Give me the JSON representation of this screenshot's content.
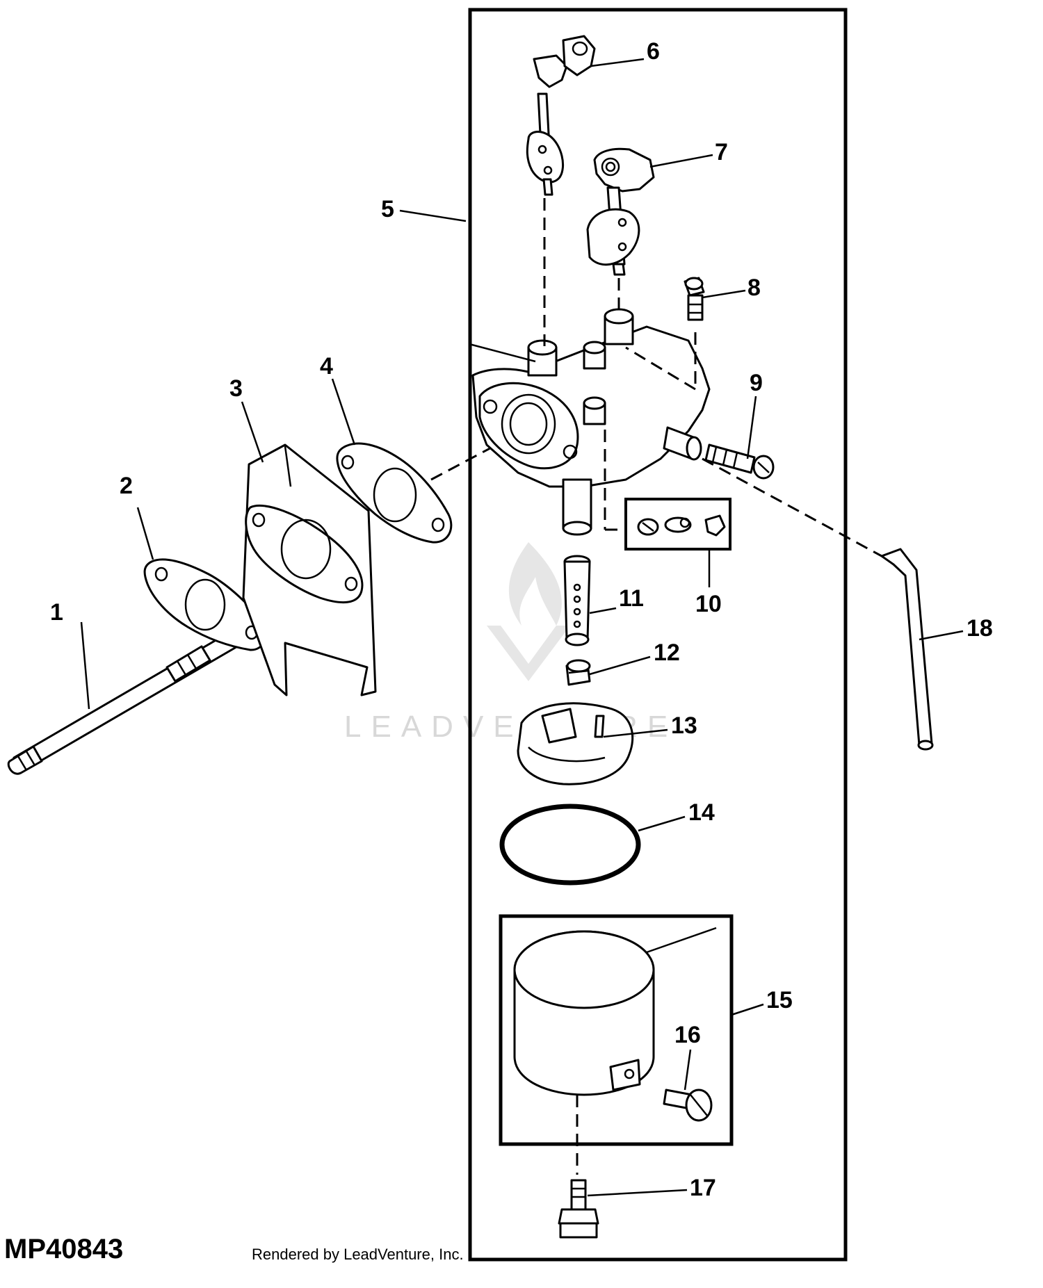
{
  "diagram": {
    "drawing_number": "MP40843",
    "credit": "Rendered by LeadVenture, Inc.",
    "watermark": "LEADVENTURE",
    "callouts": [
      "1",
      "2",
      "3",
      "4",
      "5",
      "6",
      "7",
      "8",
      "9",
      "10",
      "11",
      "12",
      "13",
      "14",
      "15",
      "16",
      "17",
      "18"
    ]
  },
  "colors": {
    "line": "#000000",
    "background": "#ffffff",
    "watermark": "#d8d8d8"
  }
}
